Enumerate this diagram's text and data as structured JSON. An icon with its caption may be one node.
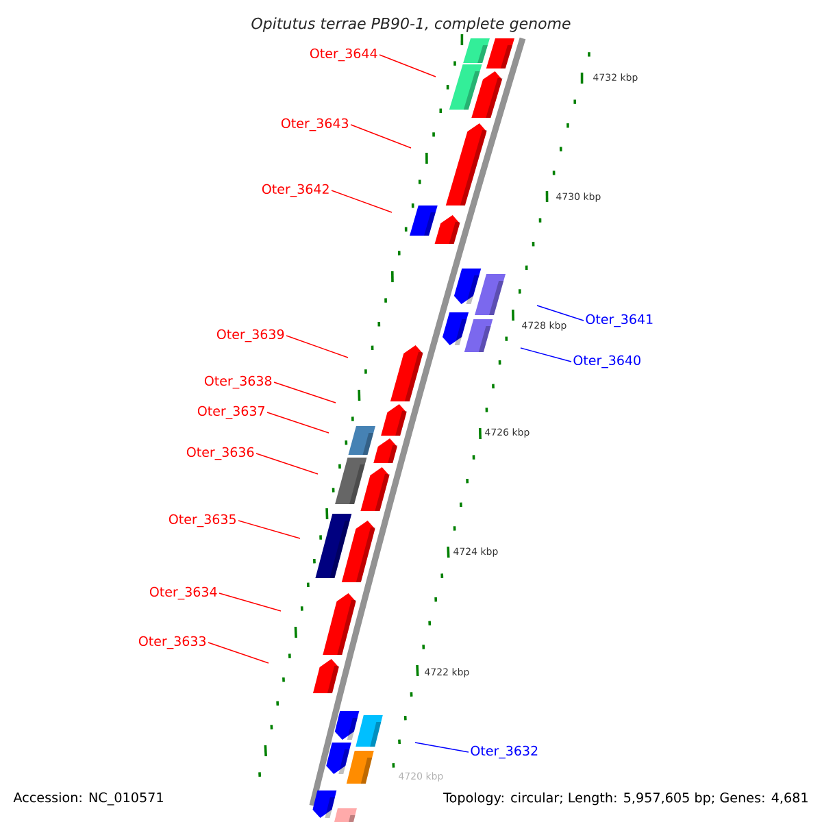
{
  "diagram": {
    "title": "Opitutus terrae PB90-1, complete genome",
    "nodes": [
      {
        "text": [
          "Oter_3644"
        ]
      },
      {
        "text": [
          "Oter_3643"
        ]
      },
      {
        "text": [
          "Oter_3642"
        ]
      },
      {
        "text": [
          "Oter_3641"
        ]
      },
      {
        "text": [
          "Oter_3640"
        ]
      },
      {
        "text": [
          "Oter_3639"
        ]
      },
      {
        "text": [
          "Oter_3638"
        ]
      },
      {
        "text": [
          "Oter_3637"
        ]
      },
      {
        "text": [
          "Oter_3636"
        ]
      },
      {
        "text": [
          "Oter_3635"
        ]
      },
      {
        "text": [
          "Oter_3634"
        ]
      },
      {
        "text": [
          "Oter_3633"
        ]
      },
      {
        "text": [
          "Oter_3632"
        ]
      }
    ],
    "edges": [
      {
        "from": 0,
        "to": null,
        "arrow": "none"
      },
      {
        "from": 1,
        "to": null,
        "arrow": "none"
      },
      {
        "from": 2,
        "to": null,
        "arrow": "none"
      },
      {
        "from": 3,
        "to": null,
        "arrow": "none",
        "color": "#0000ff"
      },
      {
        "from": 4,
        "to": null,
        "arrow": "none",
        "color": "#0000ff"
      },
      {
        "from": 5,
        "to": null,
        "arrow": "none"
      },
      {
        "from": 6,
        "to": null,
        "arrow": "none"
      },
      {
        "from": 7,
        "to": null,
        "arrow": "none"
      },
      {
        "from": 8,
        "to": null,
        "arrow": "none"
      },
      {
        "from": 9,
        "to": null,
        "arrow": "none"
      },
      {
        "from": 10,
        "to": null,
        "arrow": "none"
      },
      {
        "from": 11,
        "to": null,
        "arrow": "none"
      },
      {
        "from": 12,
        "to": null,
        "arrow": "none",
        "color": "#0000ff"
      }
    ],
    "labels": [
      "4732 kbp",
      "4730 kbp",
      "4728 kbp",
      "4726 kbp",
      "4724 kbp",
      "4722 kbp",
      "4720 kbp",
      "Accession: NC_010571",
      "Topology: circular; Length: 5,957,605 bp; Genes: 4,681"
    ]
  }
}
